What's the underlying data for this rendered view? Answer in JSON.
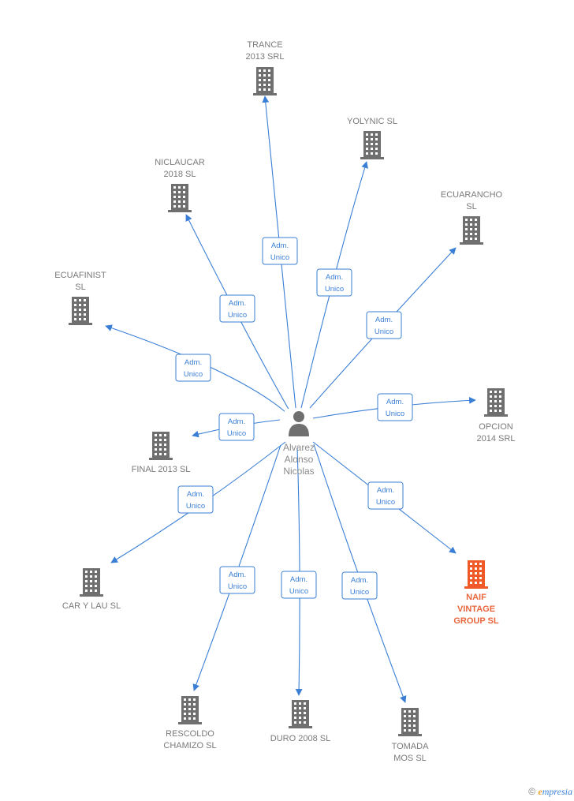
{
  "person": {
    "name_lines": [
      "Alvarez",
      "Alonso",
      "Nicolas"
    ],
    "icon": "person-icon"
  },
  "role_lines": [
    "Adm.",
    "Unico"
  ],
  "companies": [
    {
      "id": "trance",
      "lines": [
        "TRANCE",
        "2013 SRL"
      ],
      "highlight": false
    },
    {
      "id": "yolynic",
      "lines": [
        "YOLYNIC  SL"
      ],
      "highlight": false
    },
    {
      "id": "niclaucar",
      "lines": [
        "NICLAUCAR",
        "2018  SL"
      ],
      "highlight": false
    },
    {
      "id": "ecuarancho",
      "lines": [
        "ECUARANCHO",
        "SL"
      ],
      "highlight": false
    },
    {
      "id": "ecuafinist",
      "lines": [
        "ECUAFINIST",
        "SL"
      ],
      "highlight": false
    },
    {
      "id": "opcion",
      "lines": [
        "OPCION",
        "2014 SRL"
      ],
      "highlight": false
    },
    {
      "id": "final",
      "lines": [
        "FINAL 2013  SL"
      ],
      "highlight": false
    },
    {
      "id": "naif",
      "lines": [
        "NAIF",
        "VINTAGE",
        "GROUP  SL"
      ],
      "highlight": true
    },
    {
      "id": "carylau",
      "lines": [
        "CAR Y LAU  SL"
      ],
      "highlight": false
    },
    {
      "id": "rescoldo",
      "lines": [
        "RESCOLDO",
        "CHAMIZO  SL"
      ],
      "highlight": false
    },
    {
      "id": "duro",
      "lines": [
        "DURO 2008 SL"
      ],
      "highlight": false
    },
    {
      "id": "tomada",
      "lines": [
        "TOMADA",
        "MOS  SL"
      ],
      "highlight": false
    }
  ],
  "colors": {
    "edge": "#3a7fd5",
    "building": "#6f6f6f",
    "building_highlight": "#f05a28",
    "person": "#6f6f6f"
  },
  "footer": {
    "copyright": "©",
    "brand_initial": "e",
    "brand_rest": "mpresia"
  }
}
